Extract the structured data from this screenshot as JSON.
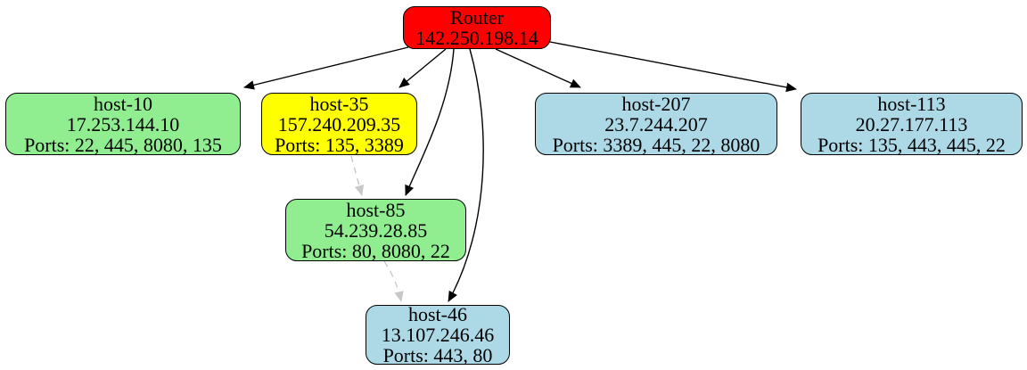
{
  "diagram": {
    "kind": "network-topology-graph",
    "nodes": [
      {
        "id": "router",
        "name": "Router",
        "ip": "142.250.198.14",
        "ports": "",
        "fill": "#ff0000"
      },
      {
        "id": "host-10",
        "name": "host-10",
        "ip": "17.253.144.10",
        "ports": "Ports: 22, 445, 8080, 135",
        "fill": "#90ee90"
      },
      {
        "id": "host-35",
        "name": "host-35",
        "ip": "157.240.209.35",
        "ports": "Ports: 135, 3389",
        "fill": "#ffff00"
      },
      {
        "id": "host-207",
        "name": "host-207",
        "ip": "23.7.244.207",
        "ports": "Ports: 3389, 445, 22, 8080",
        "fill": "#add8e6"
      },
      {
        "id": "host-113",
        "name": "host-113",
        "ip": "20.27.177.113",
        "ports": "Ports: 135, 443, 445, 22",
        "fill": "#add8e6"
      },
      {
        "id": "host-85",
        "name": "host-85",
        "ip": "54.239.28.85",
        "ports": "Ports: 80, 8080, 22",
        "fill": "#90ee90"
      },
      {
        "id": "host-46",
        "name": "host-46",
        "ip": "13.107.246.46",
        "ports": "Ports: 443, 80",
        "fill": "#add8e6"
      }
    ],
    "edges": [
      {
        "from": "router",
        "to": "host-10",
        "style": "solid",
        "color": "#000000"
      },
      {
        "from": "router",
        "to": "host-35",
        "style": "solid",
        "color": "#000000"
      },
      {
        "from": "router",
        "to": "host-85",
        "style": "solid",
        "color": "#000000"
      },
      {
        "from": "router",
        "to": "host-46",
        "style": "solid",
        "color": "#000000"
      },
      {
        "from": "router",
        "to": "host-207",
        "style": "solid",
        "color": "#000000"
      },
      {
        "from": "router",
        "to": "host-113",
        "style": "solid",
        "color": "#000000"
      },
      {
        "from": "host-35",
        "to": "host-85",
        "style": "dashed",
        "color": "#c8c8c8"
      },
      {
        "from": "host-85",
        "to": "host-46",
        "style": "dashed",
        "color": "#c8c8c8"
      }
    ],
    "colors": {
      "background": "#ffffff",
      "node_border": "#000000",
      "text": "#000000",
      "edge_solid": "#000000",
      "edge_dashed": "#c8c8c8"
    }
  }
}
